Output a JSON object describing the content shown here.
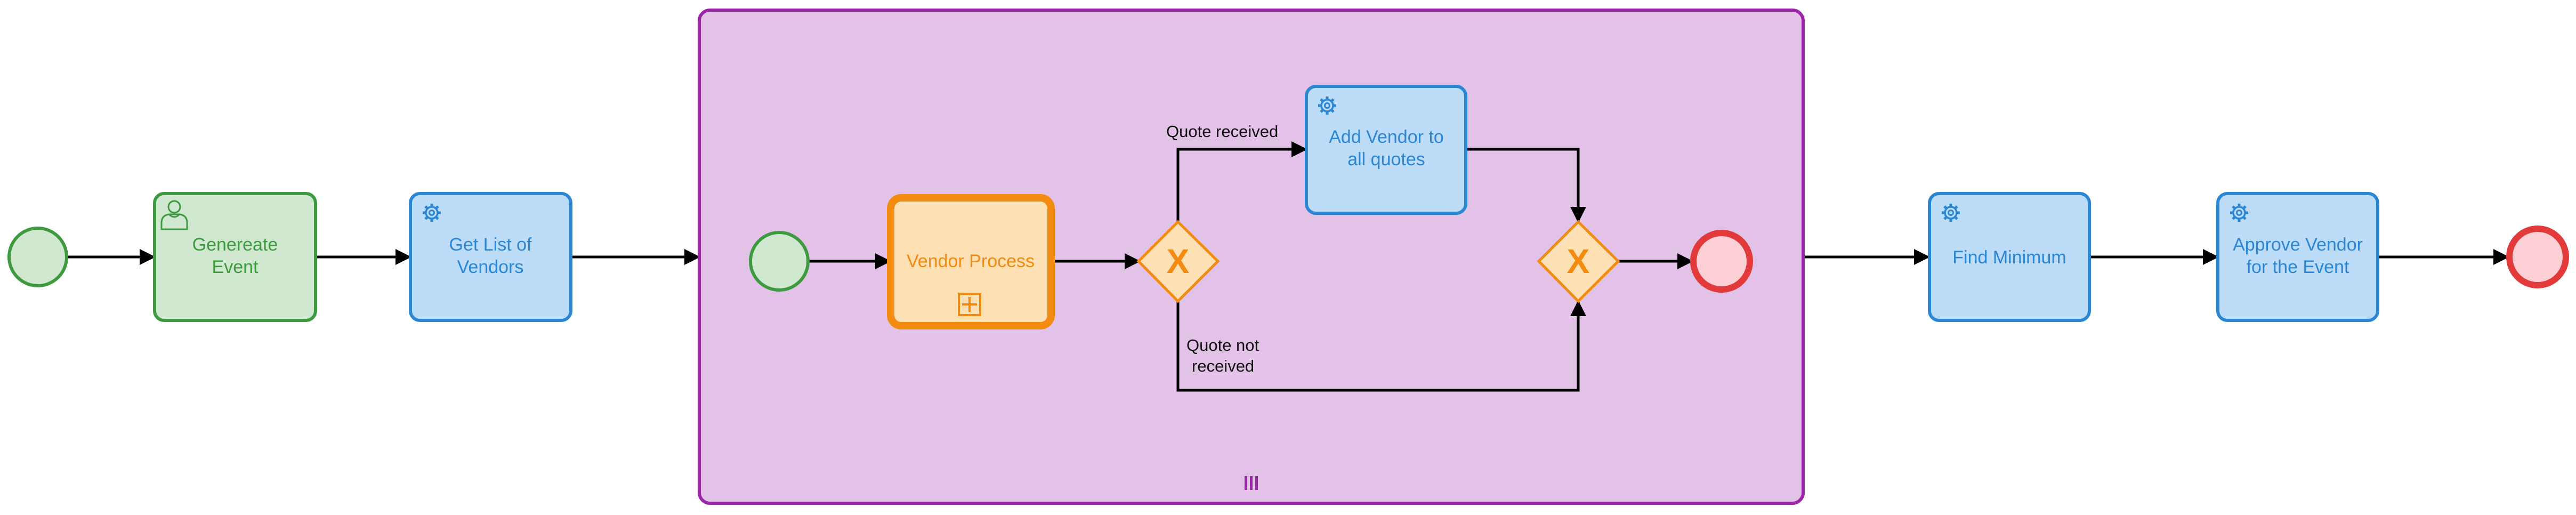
{
  "colors": {
    "green_fill": "#cfe8cf",
    "green_stroke": "#3e9a3e",
    "green_text": "#3e9a3e",
    "blue_fill": "#bcdcf8",
    "blue_stroke": "#2b87d3",
    "blue_text": "#2b87d3",
    "orange_fill": "#fde0b4",
    "orange_stroke": "#f28b0f",
    "orange_text": "#f28b0f",
    "purple_fill": "#e3c2e8",
    "purple_stroke": "#9b27a8",
    "red_fill": "#fcd0d4",
    "red_stroke": "#e23a3a",
    "edge": "#000000"
  },
  "diagram": {
    "start_event": {
      "type": "start-event"
    },
    "task_generate_event": {
      "label_line1": "Genereate",
      "label_line2": "Event",
      "icon": "user-icon"
    },
    "task_get_vendors": {
      "label_line1": "Get List of",
      "label_line2": "Vendors",
      "icon": "gear-icon"
    },
    "subprocess": {
      "marker": "|||",
      "start_event": {
        "type": "start-event"
      },
      "task_vendor_process": {
        "label": "Vendor Process",
        "marker": "⊞"
      },
      "gateway_split": {
        "symbol": "X"
      },
      "task_add_vendor": {
        "label_line1": "Add Vendor to",
        "label_line2": "all quotes",
        "icon": "gear-icon"
      },
      "gateway_merge": {
        "symbol": "X"
      },
      "end_event": {
        "type": "end-event"
      },
      "flow_quote_received": "Quote received",
      "flow_quote_not_received_line1": "Quote not",
      "flow_quote_not_received_line2": "received"
    },
    "task_find_minimum": {
      "label": "Find Minimum",
      "icon": "gear-icon"
    },
    "task_approve_vendor": {
      "label_line1": "Approve Vendor",
      "label_line2": "for the Event",
      "icon": "gear-icon"
    },
    "end_event": {
      "type": "end-event"
    }
  }
}
